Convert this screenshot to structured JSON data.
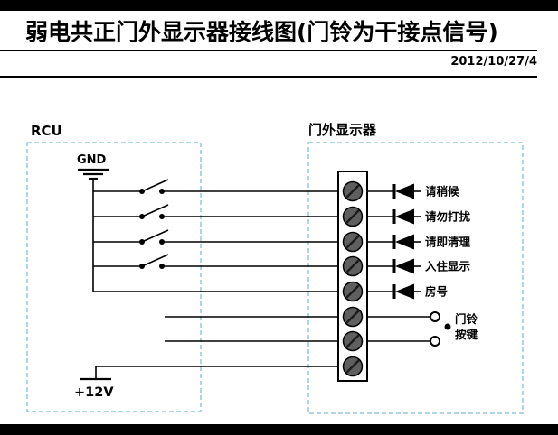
{
  "header": {
    "title": "弱电共正门外显示器接线图(门铃为干接点信号)",
    "date": "2012/10/27/4"
  },
  "rcu": {
    "label": "RCU",
    "gnd_label": "GND",
    "power_label": "+12V"
  },
  "display": {
    "label": "门外显示器",
    "led_labels": [
      "请稍候",
      "请勿打扰",
      "请即清理",
      "入住显示",
      "房号"
    ],
    "doorbell_lines": [
      "门铃",
      "按键"
    ]
  },
  "colors": {
    "accent_dashed_border": "#93c7da",
    "wire": "#000000",
    "terminal_screw": "#5f5f5f"
  }
}
